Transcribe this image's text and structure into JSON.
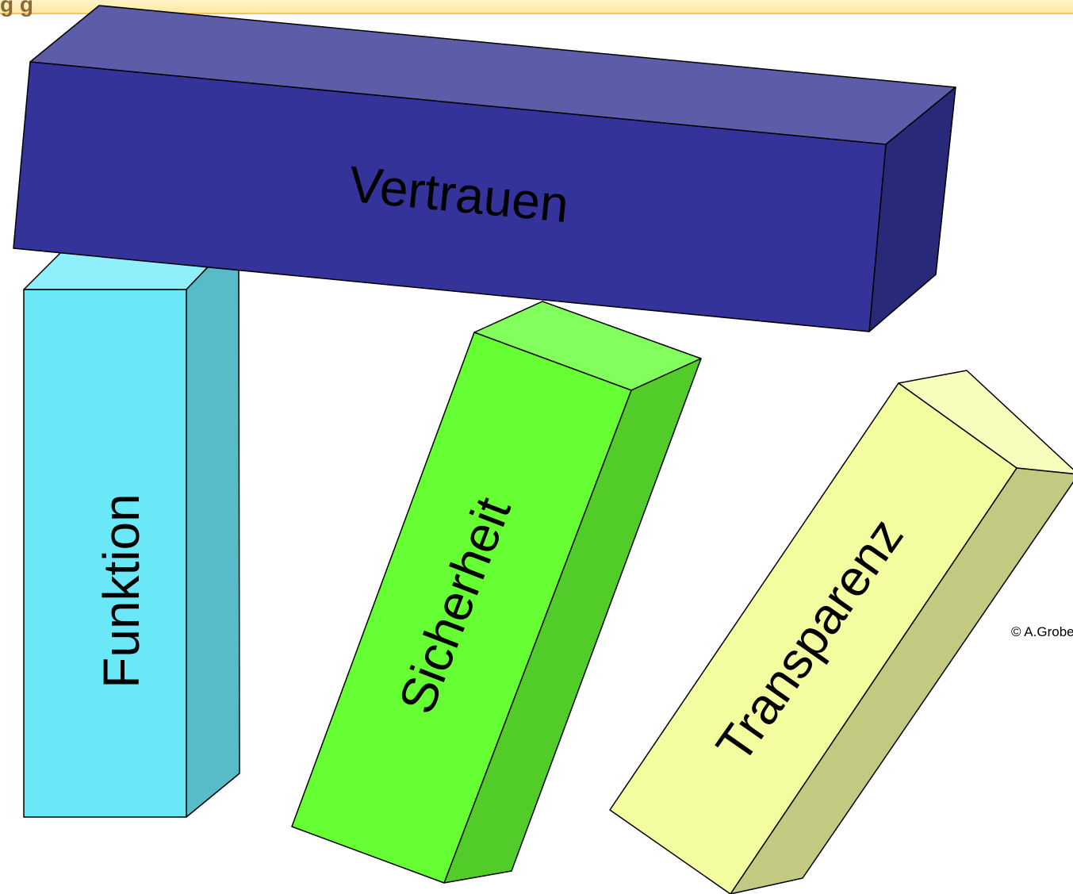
{
  "header": {
    "title_fragment": "g           g"
  },
  "blocks": [
    {
      "id": "vertrauen",
      "label": "Vertrauen",
      "colors": {
        "front": "#333399",
        "top": "#5c5ca8",
        "side": "#29297a"
      }
    },
    {
      "id": "funktion",
      "label": "Funktion",
      "colors": {
        "front": "#6ae8f8",
        "top": "#8ff0fb",
        "side": "#58bcc8"
      }
    },
    {
      "id": "sicherheit",
      "label": "Sicherheit",
      "colors": {
        "front": "#66ff33",
        "top": "#82ff5c",
        "side": "#52cc29"
      }
    },
    {
      "id": "transparenz",
      "label": "Transparenz",
      "colors": {
        "front": "#f4fca0",
        "top": "#f7fdbc",
        "side": "#c4c981"
      }
    }
  ],
  "copyright": "© A.Grobe"
}
